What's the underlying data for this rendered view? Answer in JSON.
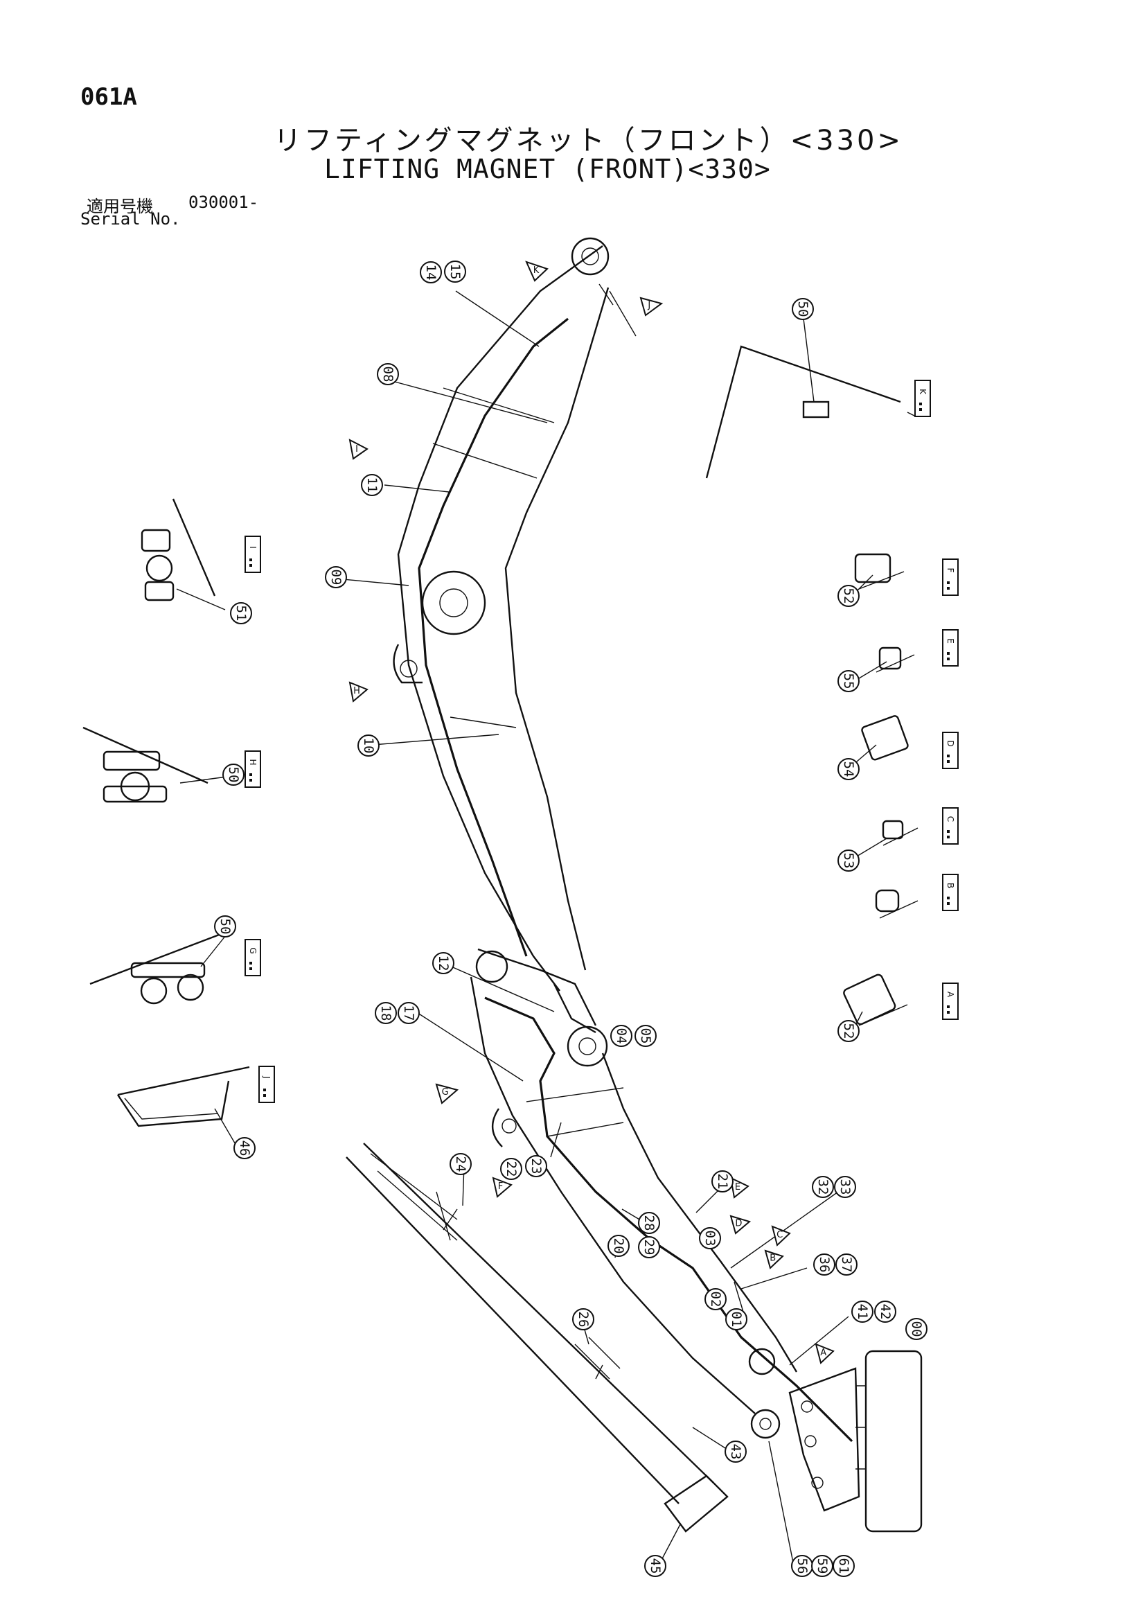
{
  "header": {
    "page_code": "061A",
    "title_jp": "リフティングマグネット（フロント）<330>",
    "title_en": "LIFTING MAGNET (FRONT)<330>",
    "serial_label_jp": "適用号機",
    "serial_value": "030001-",
    "serial_label_en": "Serial No."
  },
  "callouts": [
    "00",
    "01",
    "02",
    "03",
    "04",
    "05",
    "08",
    "09",
    "10",
    "11",
    "12",
    "14",
    "15",
    "17",
    "18",
    "20",
    "21",
    "22",
    "23",
    "24",
    "26",
    "28",
    "29",
    "32",
    "33",
    "36",
    "37",
    "41",
    "42",
    "43",
    "45",
    "46",
    "50",
    "50",
    "50",
    "51",
    "52",
    "52",
    "53",
    "54",
    "55",
    "56",
    "59",
    "61"
  ],
  "sections": [
    "A",
    "B",
    "C",
    "D",
    "E",
    "F",
    "G",
    "H",
    "I",
    "J",
    "K"
  ],
  "view_arrows": [
    "A",
    "B",
    "C",
    "D",
    "E",
    "F",
    "G",
    "H",
    "I",
    "J",
    "K"
  ]
}
